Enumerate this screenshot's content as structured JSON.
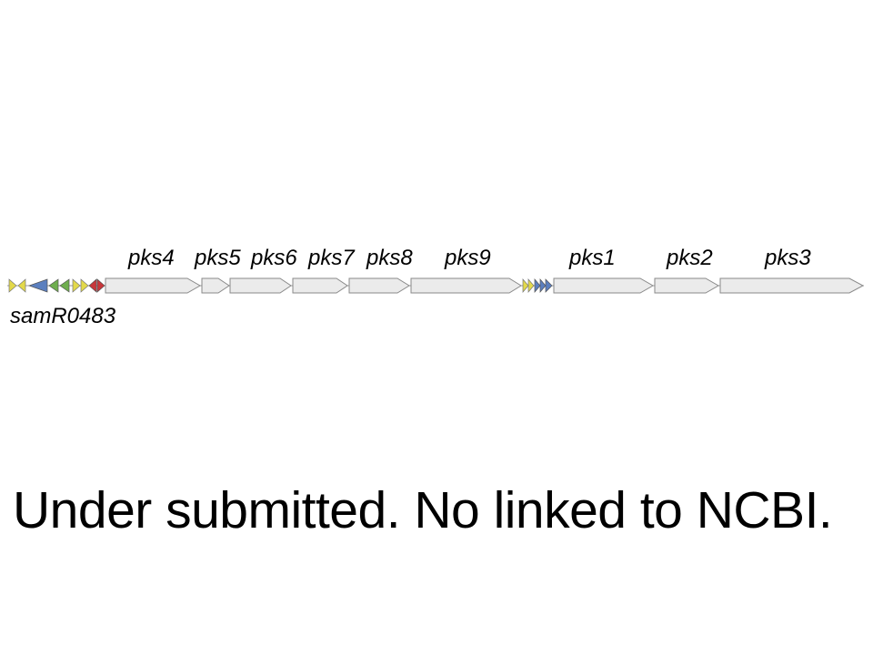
{
  "diagram": {
    "gene_labels": [
      "pks4",
      "pks5",
      "pks6",
      "pks7",
      "pks8",
      "pks9",
      "pks1",
      "pks2",
      "pks3"
    ],
    "regulator_label": "samR0483",
    "colors": {
      "pks_gene_fill": "#ebebeb",
      "pks_gene_stroke": "#8a8a8a",
      "backbone": "#9a9a9a",
      "yellow_gene": "#e3d94a",
      "blue_gene": "#5b7fbf",
      "green_gene": "#6fae4e",
      "red_gene": "#c8363a"
    }
  },
  "caption": {
    "text": "Under submitted. No linked to NCBI."
  }
}
